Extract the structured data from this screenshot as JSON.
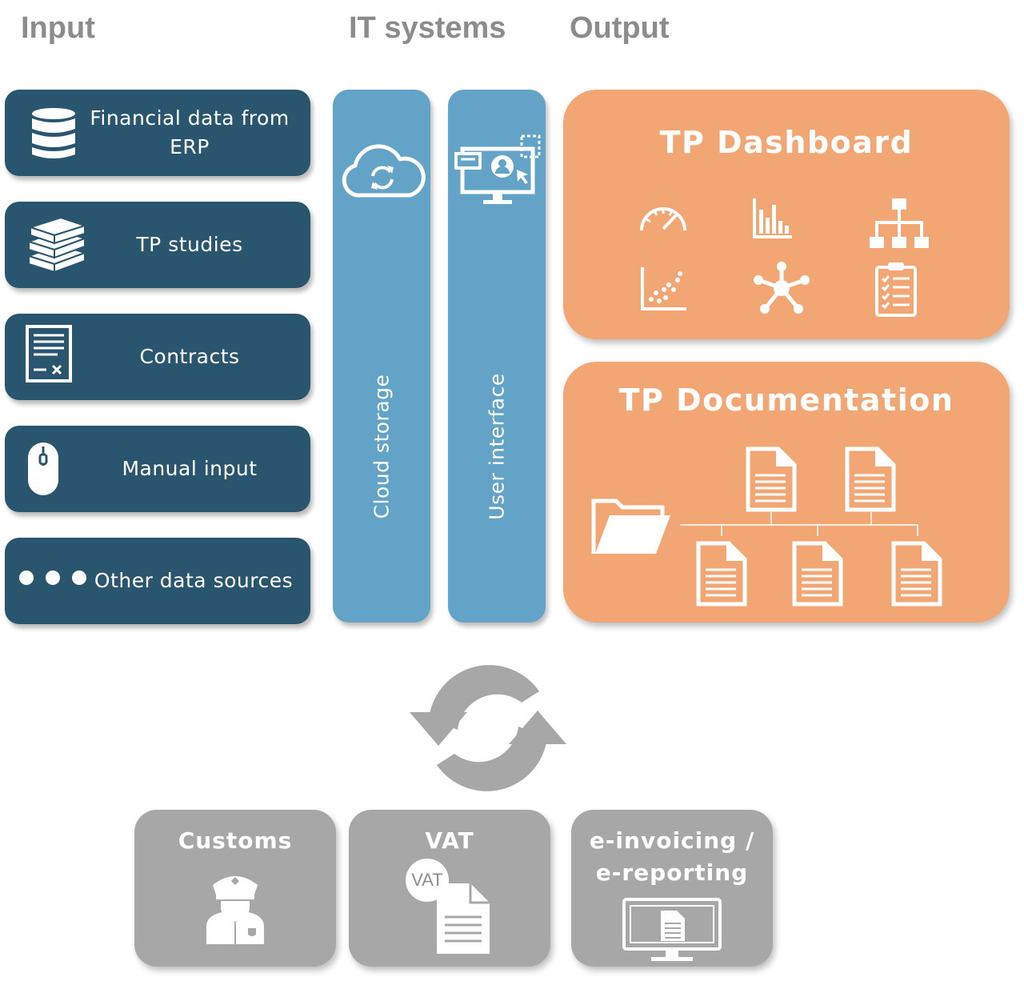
{
  "headers": {
    "input": "Input",
    "it_systems": "IT systems",
    "output": "Output"
  },
  "inputs": [
    {
      "label": "Financial data from ERP",
      "icon": "database-icon"
    },
    {
      "label": "TP studies",
      "icon": "books-icon"
    },
    {
      "label": "Contracts",
      "icon": "contract-icon"
    },
    {
      "label": "Manual input",
      "icon": "mouse-icon"
    },
    {
      "label": "Other data sources",
      "icon": "dots-icon"
    }
  ],
  "it_systems": [
    {
      "label": "Cloud storage",
      "icon": "cloud-sync-icon"
    },
    {
      "label": "User interface",
      "icon": "monitor-ui-icon"
    }
  ],
  "outputs": {
    "dashboard": {
      "title": "TP Dashboard",
      "icons": [
        "gauge-icon",
        "bar-chart-icon",
        "org-chart-icon",
        "scatter-plot-icon",
        "network-icon",
        "checklist-icon"
      ]
    },
    "documentation": {
      "title": "TP Documentation",
      "icons": [
        "folder-icon",
        "document-icon"
      ]
    }
  },
  "cycle_icon": "sync-arrows-icon",
  "bottom": [
    {
      "label": "Customs",
      "icon": "customs-officer-icon"
    },
    {
      "label": "VAT",
      "badge": "VAT",
      "icon": "vat-document-icon"
    },
    {
      "label_line1": "e-invoicing /",
      "label_line2": "e-reporting",
      "icon": "invoice-monitor-icon"
    }
  ],
  "colors": {
    "input_card": "#2a556e",
    "it_column": "#62a3c7",
    "output_box": "#f2a673",
    "bottom_box": "#a7a7a7",
    "header_text": "#8c8c8c",
    "cycle_arrows": "#a7a7a7"
  }
}
